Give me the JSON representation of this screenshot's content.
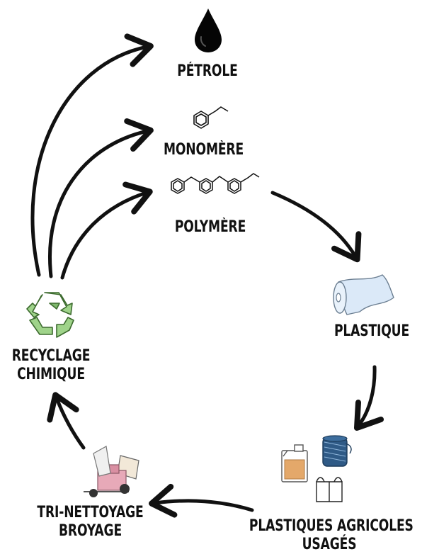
{
  "nodes": {
    "petrole": "PÉTROLE",
    "monomere": "MONOMÈRE",
    "polymere": "POLYMÈRE",
    "plastique": "PLASTIQUE",
    "agricoles_line1": "PLASTIQUES AGRICOLES",
    "agricoles_line2": "USAGÉS",
    "tri_line1": "TRI-NETTOYAGE",
    "tri_line2": "BROYAGE",
    "recyclage_line1": "RECYCLAGE",
    "recyclage_line2": "CHIMIQUE"
  },
  "icons": {
    "petrole": "oil-drop-icon",
    "monomere": "styrene-molecule-icon",
    "polymere": "polystyrene-molecule-icon",
    "plastique": "plastic-film-roll-icon",
    "agricoles": [
      "canister-icon",
      "twine-spool-icon",
      "big-bag-icon"
    ],
    "tri": "shredder-machine-icon",
    "recyclage": "recycle-icon"
  },
  "colors": {
    "ink": "#111111",
    "recycle_green": "#9fd38a",
    "film_blue": "#d6e7f7",
    "shredder_pink": "#e7a9b8",
    "twine_blue": "#2f5a86",
    "canister_orange": "#e4a86a"
  }
}
